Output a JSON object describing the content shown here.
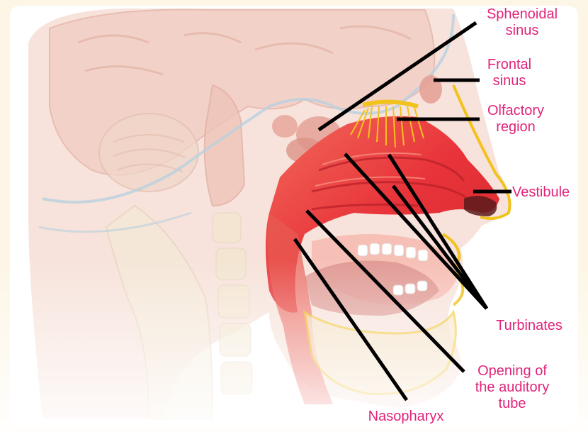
{
  "diagram": {
    "colors": {
      "page_background": "#fdf6e6",
      "label_text": "#e0247a",
      "leader_line": "#000000",
      "mucosa_red": "#e8333a",
      "mucosa_light": "#f7806f",
      "nerve_yellow": "#f2c21d",
      "skin_pale": "#f4d9cf",
      "brain_pale": "#f1cfc4",
      "bone_pale": "#f3e6cf",
      "outline_blue": "#b9cfe0"
    },
    "labels": {
      "sphenoidal_sinus": {
        "line1": "Sphenoidal",
        "line2": "sinus"
      },
      "frontal_sinus": {
        "line1": "Frontal",
        "line2": "sinus"
      },
      "olfactory_region": {
        "line1": "Olfactory",
        "line2": "region"
      },
      "vestibule": {
        "line1": "Vestibule"
      },
      "turbinates": {
        "line1": "Turbinates"
      },
      "auditory_tube": {
        "line1": "Opening of",
        "line2": "the auditory",
        "line3": "tube"
      },
      "nasopharyx": {
        "line1": "Nasopharyx"
      }
    }
  }
}
